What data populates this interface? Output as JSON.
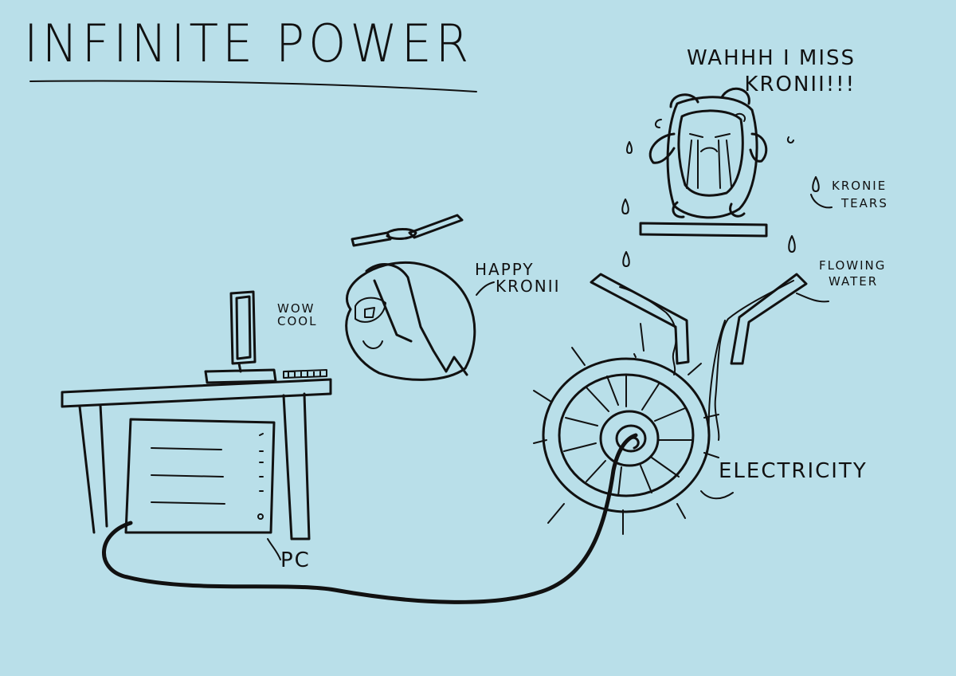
{
  "title": "INFINITE POWER",
  "labels": {
    "wow_cool": [
      "WOW",
      "COOL"
    ],
    "happy_kronii": [
      "HAPPY",
      "KRONII"
    ],
    "wahhh": [
      "WAHHH I MISS",
      "KRONII!!!"
    ],
    "kronie_tears": [
      "KRONIE",
      "TEARS"
    ],
    "flowing_water": [
      "FLOWING",
      "WATER"
    ],
    "electricity": "ELECTRICITY",
    "pc": "PC"
  }
}
